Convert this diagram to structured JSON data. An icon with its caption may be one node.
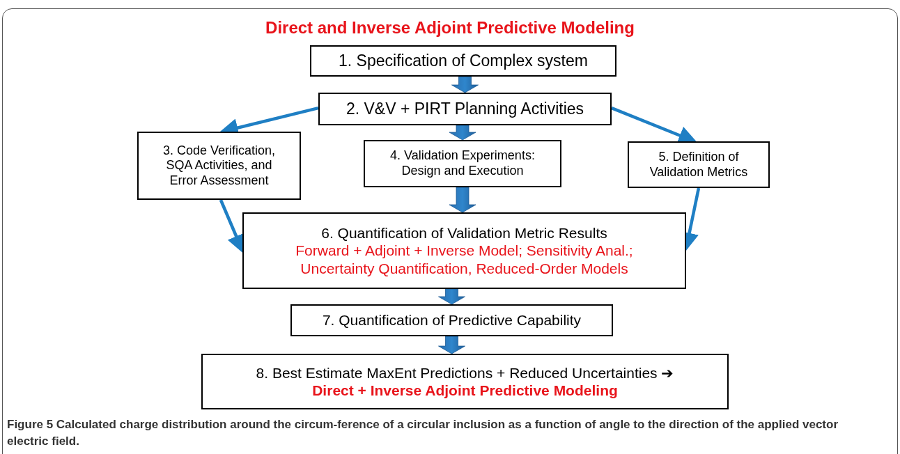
{
  "diagram": {
    "title": "Direct and Inverse Adjoint Predictive Modeling",
    "caption": "Figure 5 Calculated charge distribution around the circum-ference of a circular inclusion as a function of angle to the direction of the applied vector electric field.",
    "nodes": [
      {
        "text": [
          "1. Specification of Complex system"
        ]
      },
      {
        "text": [
          "2. V&V + PIRT Planning Activities"
        ]
      },
      {
        "text": [
          "3. Code Verification, SQA Activities, and Error Assessment"
        ]
      },
      {
        "text": [
          "4. Validation Experiments: Design and Execution"
        ]
      },
      {
        "text": [
          "5. Definition of Validation Metrics"
        ]
      },
      {
        "text": [
          "6. Quantification of Validation Metric Results",
          "Forward + Adjoint + Inverse Model; Sensitivity Anal.; Uncertainty Quantification, Reduced-Order Models"
        ]
      },
      {
        "text": [
          "7. Quantification of Predictive Capability"
        ]
      },
      {
        "text": [
          "8. Best Estimate MaxEnt Predictions + Reduced Uncertainties ➔",
          "Direct + Inverse Adjoint Predictive Modeling"
        ]
      }
    ],
    "edges": [
      {
        "from": 0,
        "to": 1,
        "arrow": "to",
        "style": "thick"
      },
      {
        "from": 1,
        "to": 2,
        "arrow": "to"
      },
      {
        "from": 1,
        "to": 3,
        "arrow": "to",
        "style": "thick"
      },
      {
        "from": 1,
        "to": 4,
        "arrow": "to"
      },
      {
        "from": 2,
        "to": 5,
        "arrow": "to"
      },
      {
        "from": 3,
        "to": 5,
        "arrow": "to",
        "style": "thick"
      },
      {
        "from": 4,
        "to": 5,
        "arrow": "to"
      },
      {
        "from": 5,
        "to": 6,
        "arrow": "to",
        "style": "thick"
      },
      {
        "from": 6,
        "to": 7,
        "arrow": "to",
        "style": "thick"
      }
    ]
  }
}
